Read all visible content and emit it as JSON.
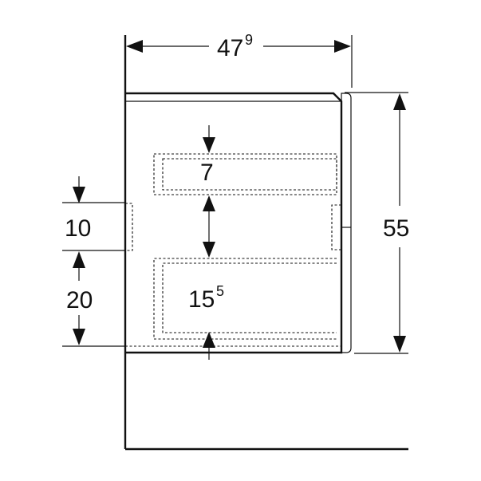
{
  "dimensions": {
    "width_main": "47",
    "width_sup": "9",
    "height": "55",
    "upper_drawer": "7",
    "lower_drawer_main": "15",
    "lower_drawer_sup": "5",
    "spacing": "10",
    "bottom_offset": "20"
  }
}
